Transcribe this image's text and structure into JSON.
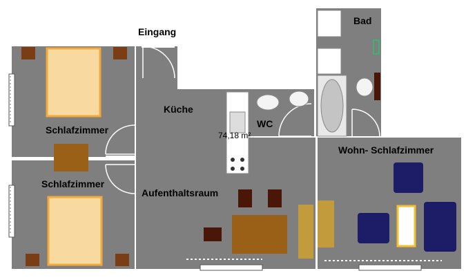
{
  "rooms": {
    "entrance": "Eingang",
    "bath": "Bad",
    "kitchen": "Küche",
    "wc": "WC",
    "bedroom_top": "Schlafzimmer",
    "bedroom_bottom": "Schlafzimmer",
    "living_bedroom": "Wohn- Schlafzimmer",
    "lounge": "Aufenthaltsraum"
  },
  "area_label": "74,18 m²",
  "colors": {
    "floor": "#7f7f7f",
    "wall": "#ffffff",
    "bed": "#f8d9a0",
    "bed_frame": "#f2a93b",
    "nightstand": "#7a3d14",
    "table": "#9a6018",
    "bench": "#c29c3c",
    "sofa": "#1c1d66",
    "chair": "#4a1608"
  }
}
